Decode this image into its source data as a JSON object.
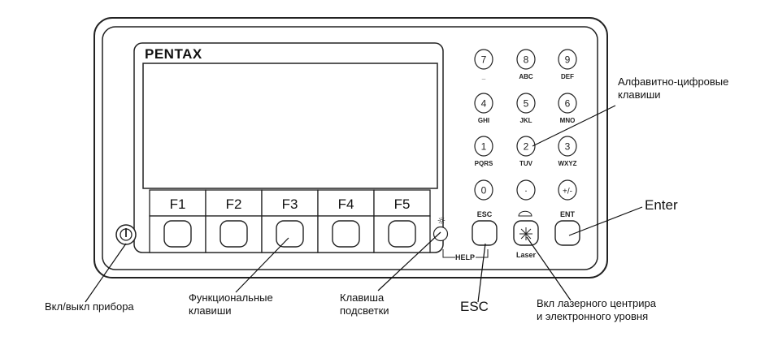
{
  "brand": "PENTAX",
  "function_keys": [
    "F1",
    "F2",
    "F3",
    "F4",
    "F5"
  ],
  "keypad": [
    {
      "digit": "7",
      "letters": "_"
    },
    {
      "digit": "8",
      "letters": "ABC"
    },
    {
      "digit": "9",
      "letters": "DEF"
    },
    {
      "digit": "4",
      "letters": "GHI"
    },
    {
      "digit": "5",
      "letters": "JKL"
    },
    {
      "digit": "6",
      "letters": "MNO"
    },
    {
      "digit": "1",
      "letters": "PQRS"
    },
    {
      "digit": "2",
      "letters": "TUV"
    },
    {
      "digit": "3",
      "letters": "WXYZ"
    },
    {
      "digit": "0",
      "letters": ""
    },
    {
      "digit": "·",
      "letters": ""
    },
    {
      "digit": "+/-",
      "letters": ""
    }
  ],
  "bottom_keys": {
    "esc_label": "ESC",
    "ent_label": "ENT",
    "laser_label": "Laser",
    "help_label": "HELP",
    "light_symbol": "☼",
    "power_symbol": "⏻"
  },
  "annotations": {
    "alphanumeric": [
      "Алфавитно-цифровые",
      "клавиши"
    ],
    "enter": "Enter",
    "power": "Вкл/выкл прибора",
    "function": [
      "Функциональные",
      "клавиши"
    ],
    "backlight": [
      "Клавиша",
      "подсветки"
    ],
    "esc": "ESC",
    "laser": [
      "Вкл лазерного центрира",
      "и электронного уровня"
    ]
  }
}
